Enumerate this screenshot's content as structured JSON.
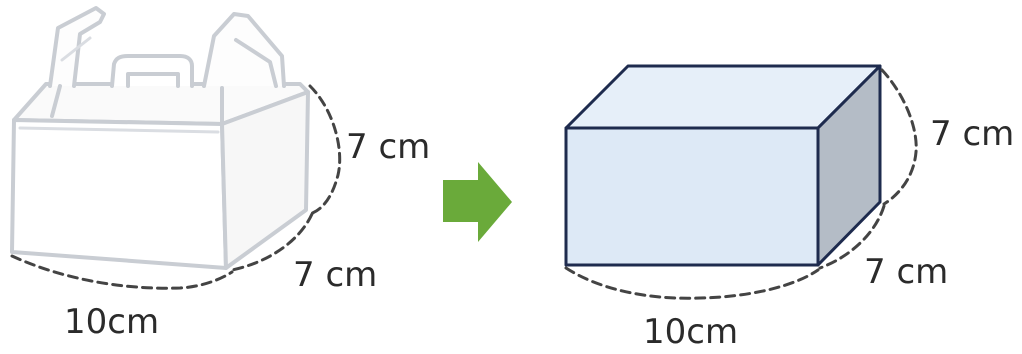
{
  "left_figure": {
    "object": "cake-box",
    "height_label": "7 cm",
    "depth_label": "7 cm",
    "width_label": "10cm"
  },
  "arrow": {
    "color": "#6aaa3a"
  },
  "right_figure": {
    "object": "rectangular-prism",
    "height_label": "7 cm",
    "depth_label": "7 cm",
    "width_label": "10cm",
    "front_color": "#dde9f6",
    "top_color": "#e6eff9",
    "side_color": "#b4bcc6",
    "edge_color": "#1e2b4e"
  }
}
